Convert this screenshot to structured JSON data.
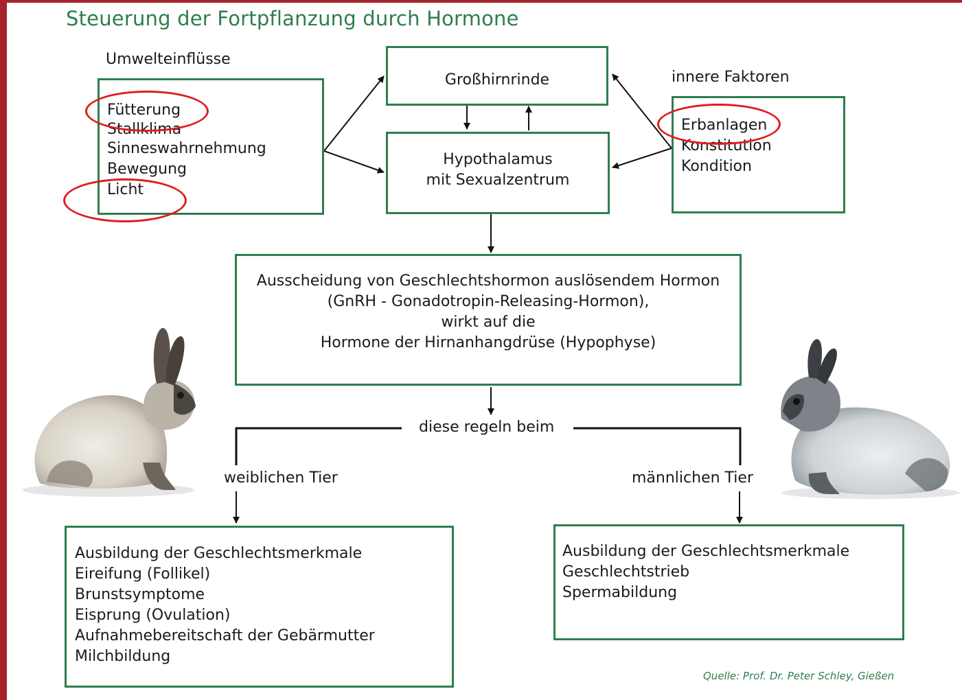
{
  "title": "Steuerung der Fortpflanzung durch Hormone",
  "environment": {
    "label": "Umwelteinflüsse",
    "items": [
      "Fütterung",
      "Stallklima",
      "Sinneswahrnehmung",
      "Bewegung",
      "Licht"
    ]
  },
  "inner": {
    "label": "innere Faktoren",
    "items": [
      "Erbanlagen",
      "Konstitution",
      "Kondition"
    ]
  },
  "cortex": {
    "text": "Großhirnrinde"
  },
  "hypothalamus": {
    "lines": [
      "Hypothalamus",
      "mit Sexualzentrum"
    ]
  },
  "gnrh": {
    "lines": [
      "Ausscheidung von Geschlechtshormon auslösendem Hormon",
      "(GnRH - Gonadotropin-Releasing-Hormon),",
      "wirkt auf die",
      "Hormone der Hirnanhangdrüse (Hypophyse)"
    ]
  },
  "regulate": {
    "text": "diese regeln beim"
  },
  "female": {
    "label": "weiblichen Tier",
    "items": [
      "Ausbildung der Geschlechtsmerkmale",
      "Eireifung (Follikel)",
      "Brunstsymptome",
      "Eisprung (Ovulation)",
      "Aufnahmebereitschaft der Gebärmutter",
      "Milchbildung"
    ]
  },
  "male": {
    "label": "männlichen Tier",
    "items": [
      "Ausbildung der Geschlechtsmerkmale",
      "Geschlechtstrieb",
      "Spermabildung"
    ]
  },
  "source": "Quelle: Prof. Dr. Peter Schley, Gießen",
  "colors": {
    "frame": "#a4262b",
    "accent_green": "#2e7d4f",
    "highlight_red": "#e01c1c"
  }
}
